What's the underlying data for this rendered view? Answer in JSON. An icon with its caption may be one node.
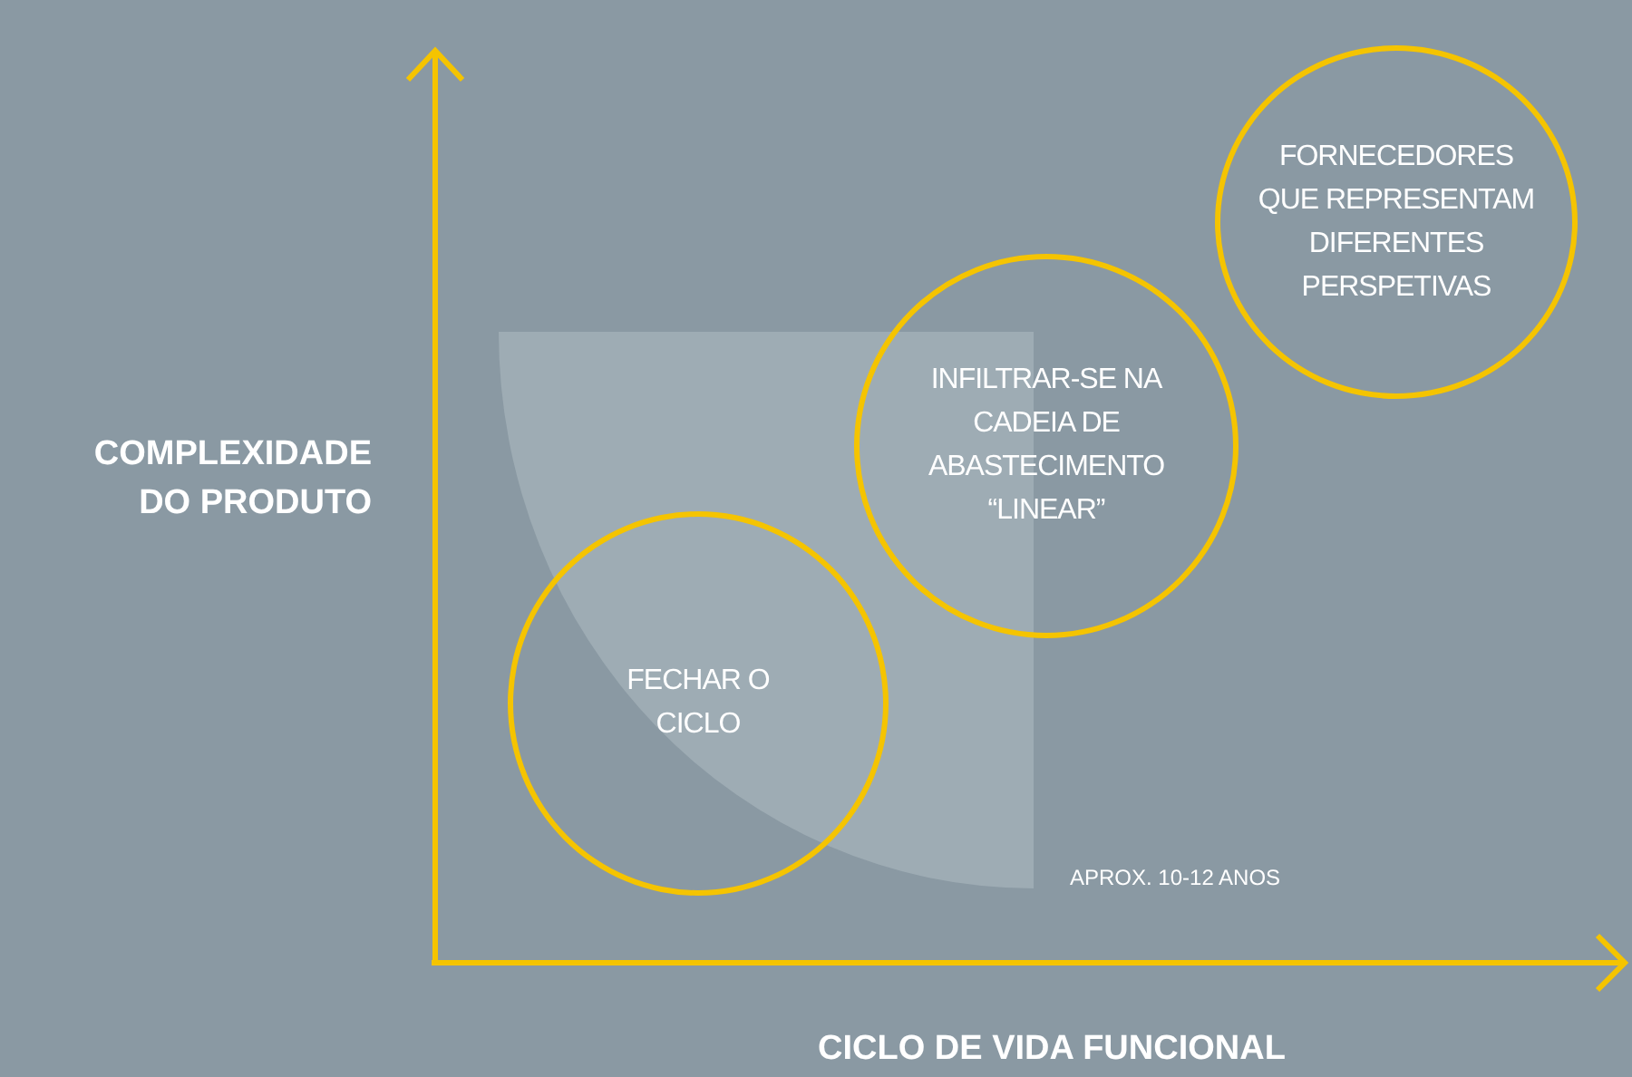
{
  "diagram": {
    "nodes": [
      {
        "text": [
          "FECHAR O CICLO"
        ]
      },
      {
        "text": [
          "INFILTRAR-SE NA CADEIA DE ABASTECIMENTO “LINEAR”"
        ]
      },
      {
        "text": [
          "FORNECEDORES QUE REPRESENTAM DIFERENTES PERSPETIVAS"
        ]
      }
    ],
    "edges": [],
    "labels": [
      "COMPLEXIDADE DO PRODUTO",
      "APROX. 10-12 ANOS",
      "CICLO DE VIDA FUNCIONAL"
    ]
  }
}
